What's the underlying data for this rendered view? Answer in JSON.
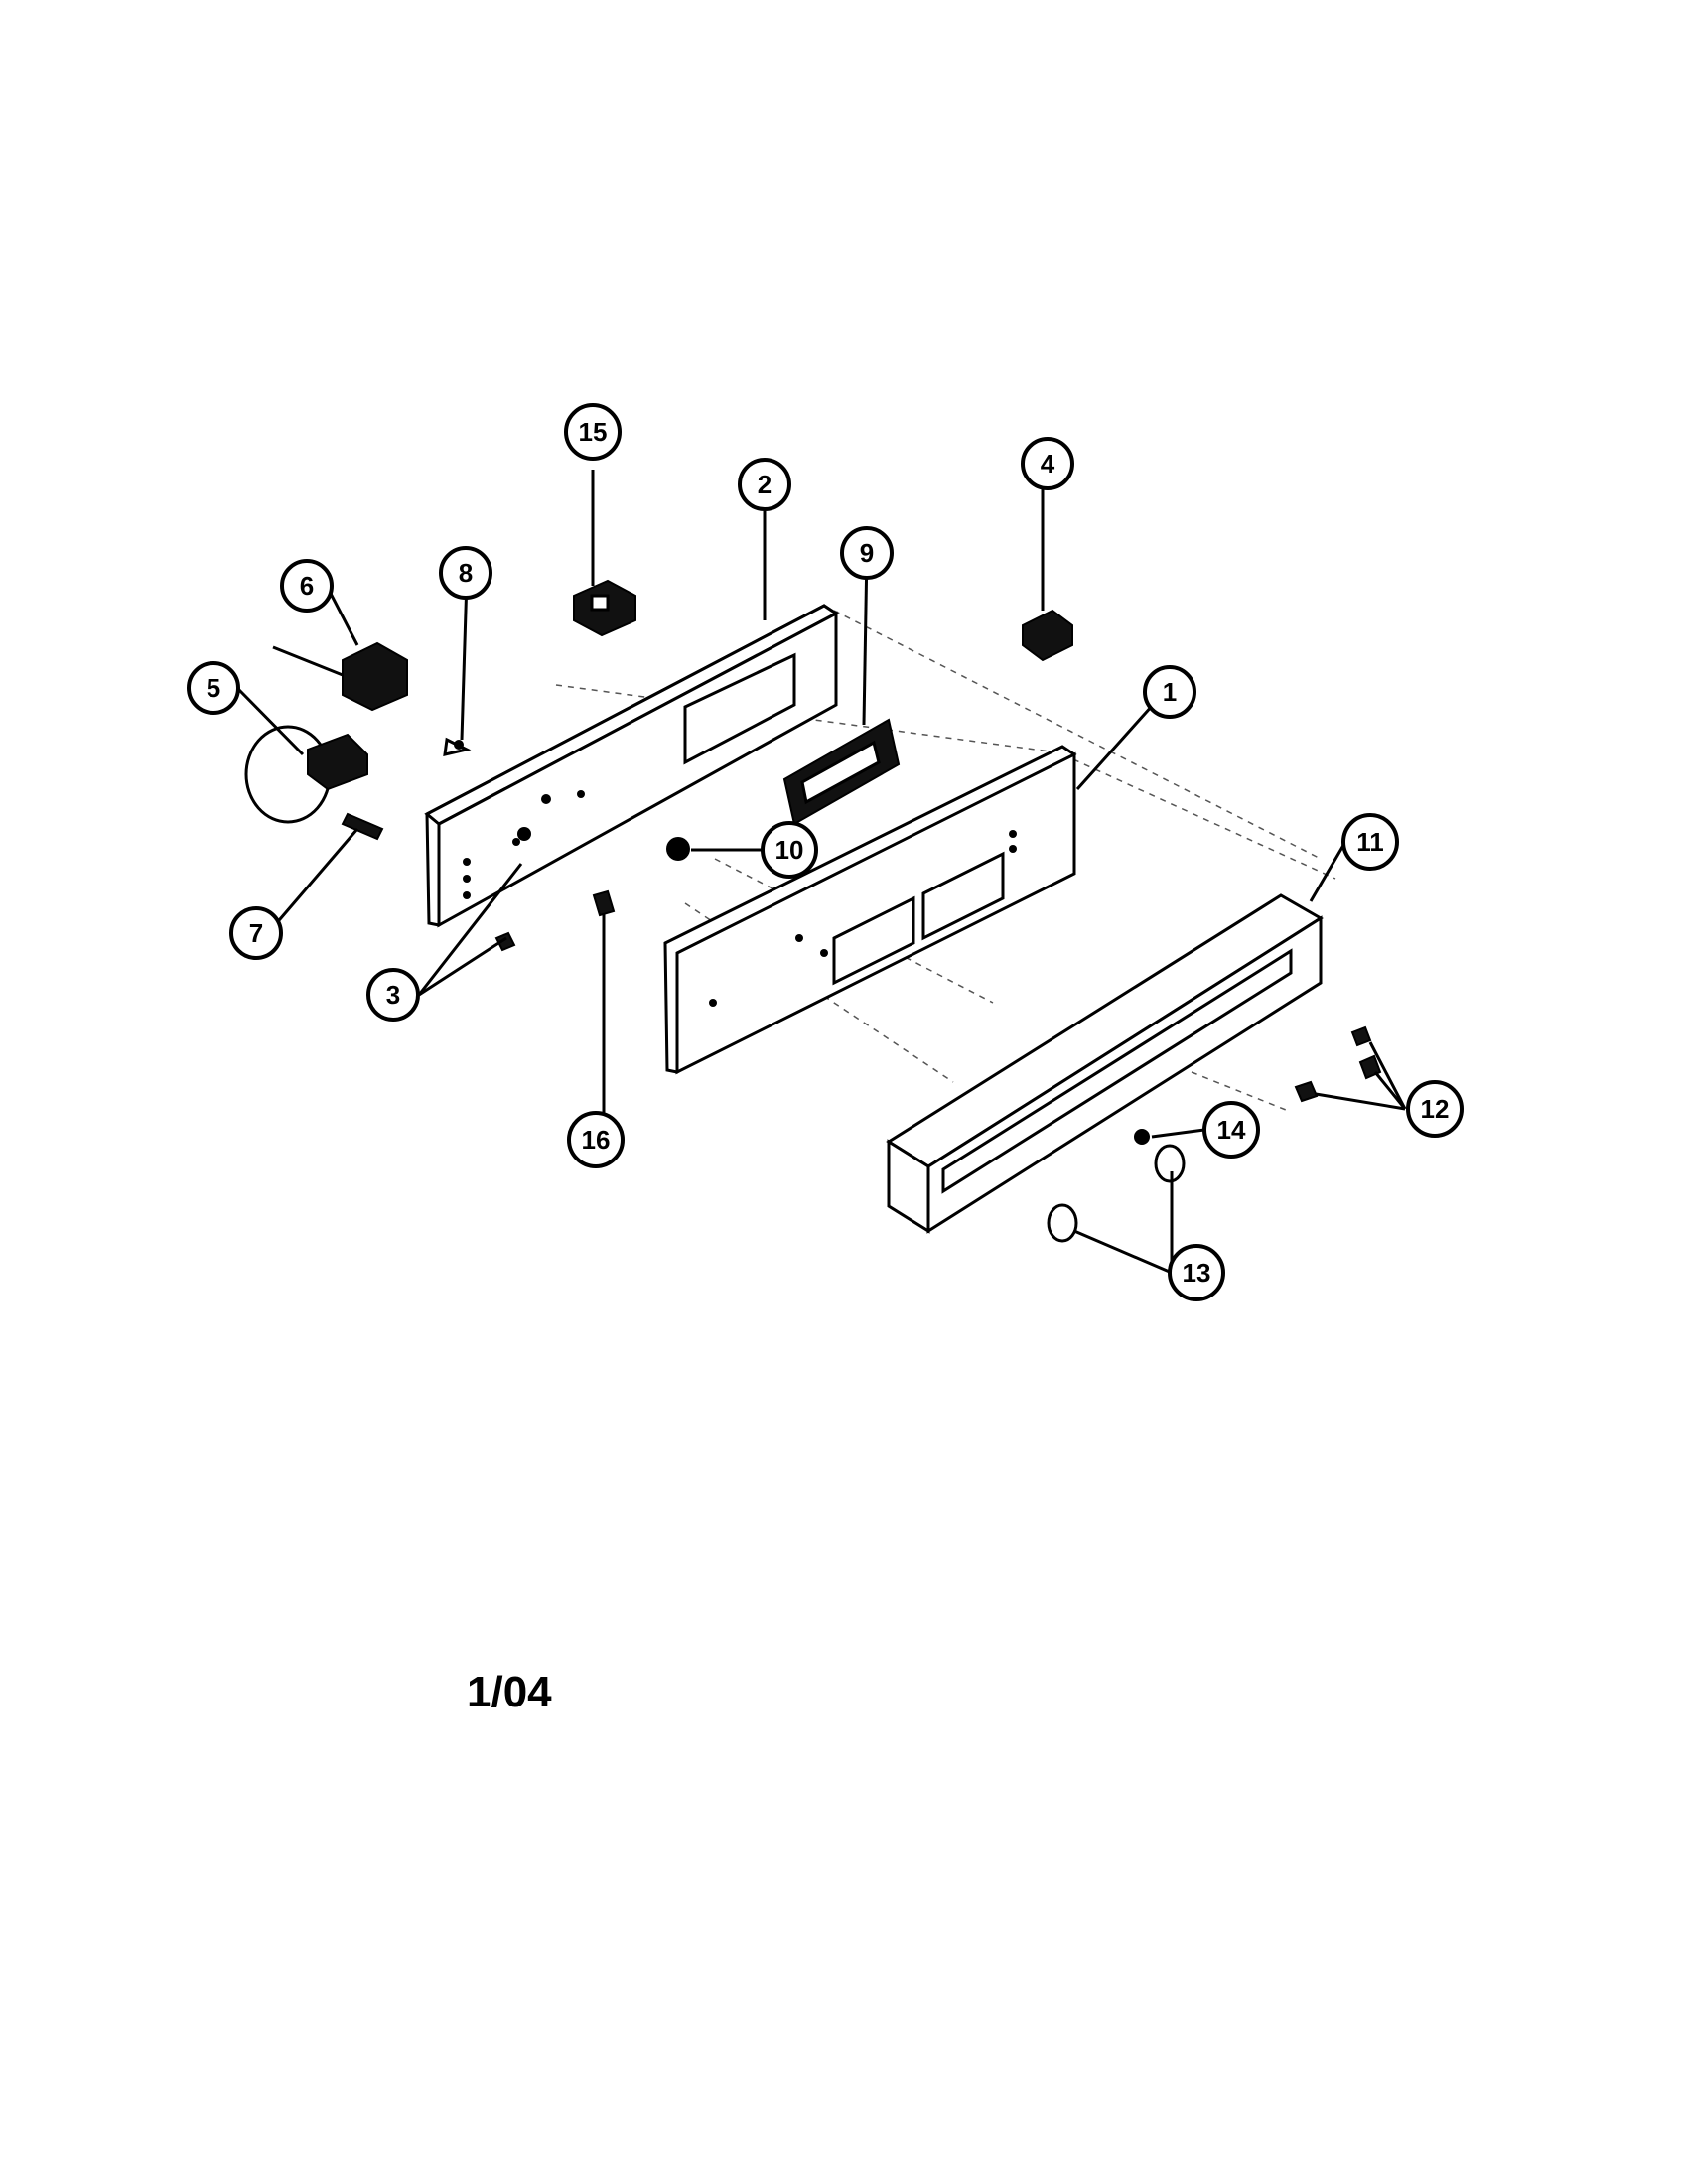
{
  "callouts": [
    {
      "id": "c1",
      "label": "1"
    },
    {
      "id": "c2",
      "label": "2"
    },
    {
      "id": "c3",
      "label": "3"
    },
    {
      "id": "c4",
      "label": "4"
    },
    {
      "id": "c5",
      "label": "5"
    },
    {
      "id": "c6",
      "label": "6"
    },
    {
      "id": "c7",
      "label": "7"
    },
    {
      "id": "c8",
      "label": "8"
    },
    {
      "id": "c9",
      "label": "9"
    },
    {
      "id": "c10",
      "label": "10"
    },
    {
      "id": "c11",
      "label": "11"
    },
    {
      "id": "c12",
      "label": "12"
    },
    {
      "id": "c13",
      "label": "13"
    },
    {
      "id": "c14",
      "label": "14"
    },
    {
      "id": "c15",
      "label": "15"
    },
    {
      "id": "c16",
      "label": "16"
    }
  ],
  "page_date": "1/04"
}
